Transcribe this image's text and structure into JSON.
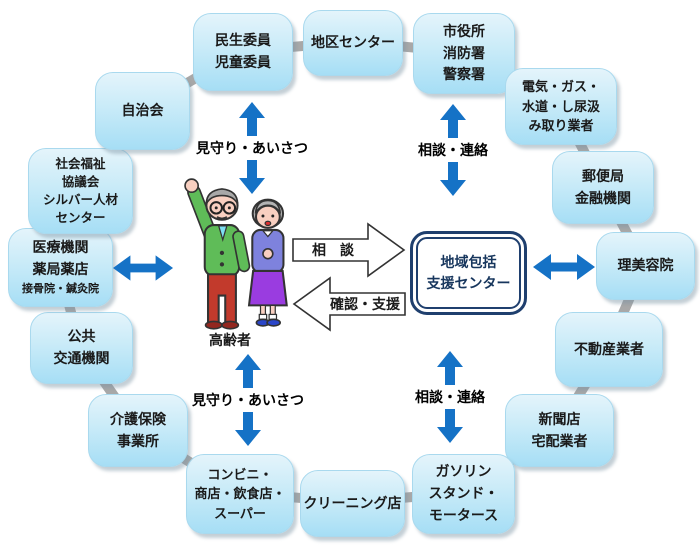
{
  "ring_nodes": [
    {
      "id": "minsei-jido",
      "lines": [
        "民生委員",
        "児童委員"
      ]
    },
    {
      "id": "chiku-center",
      "lines": [
        "地区センター"
      ]
    },
    {
      "id": "shiyakusho",
      "lines": [
        "市役所",
        "消防署",
        "警察署"
      ]
    },
    {
      "id": "denki-gas",
      "lines": [
        "電気・ガス・",
        "水道・し尿汲",
        "み取り業者"
      ]
    },
    {
      "id": "yubinkyoku",
      "lines": [
        "郵便局",
        "金融機関"
      ]
    },
    {
      "id": "ribiyoin",
      "lines": [
        "理美容院"
      ]
    },
    {
      "id": "fudosan",
      "lines": [
        "不動産業者"
      ]
    },
    {
      "id": "shinbun",
      "lines": [
        "新聞店",
        "宅配業者"
      ]
    },
    {
      "id": "gasoline-stand",
      "lines": [
        "ガソリン",
        "スタンド・",
        "モータース"
      ]
    },
    {
      "id": "cleaning",
      "lines": [
        "クリーニング店"
      ]
    },
    {
      "id": "conbini",
      "lines": [
        "コンビニ・",
        "商店・飲食店・",
        "スーパー"
      ]
    },
    {
      "id": "kaigo-hoken",
      "lines": [
        "介護保険",
        "事業所"
      ]
    },
    {
      "id": "kokyo-kotsu",
      "lines": [
        "公共",
        "交通機関"
      ]
    },
    {
      "id": "iryo-kikan",
      "lines": [
        "医療機関",
        "薬局薬店",
        "接骨院・鍼灸院"
      ]
    },
    {
      "id": "shakai-fukushi",
      "lines": [
        "社会福祉",
        "協議会",
        "シルバー人材",
        "センター"
      ]
    },
    {
      "id": "jichikai",
      "lines": [
        "自治会"
      ]
    }
  ],
  "center": {
    "elderly_label": "高齢者",
    "support_center_line1": "地域包括",
    "support_center_line2": "支援センター",
    "consult_label": "相　談",
    "confirm_label": "確認・支援"
  },
  "relation_labels": {
    "watch_greet_top": "見守り・あいさつ",
    "consult_contact_top": "相談・連絡",
    "watch_greet_bottom": "見守り・あいさつ",
    "consult_contact_bottom": "相談・連絡"
  },
  "colors": {
    "node_fill_top": "#e4f4fb",
    "node_fill_bottom": "#a6def5",
    "connector_gray": "#a8a8a8",
    "arrow_blue": "#1572c6",
    "center_box_navy": "#1f3f6e",
    "text_black": "#1a1a1a"
  }
}
